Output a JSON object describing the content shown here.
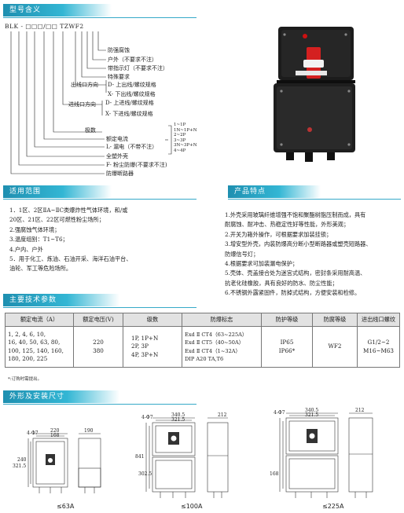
{
  "sections": {
    "model": "型号含义",
    "scope": "适用范围",
    "features": "产品特点",
    "tech": "主要技术参数",
    "dims": "外形及安装尺寸"
  },
  "model_code": "BLK - □□□/□□ TZWF2",
  "code_labels": {
    "f2": "防强腐蚀",
    "w": "户外（不要求不注）",
    "z": "带指示灯（不要求不注）",
    "t": "特殊要求",
    "out_dir": "出线口方向",
    "out_d": "D- 上出线/螺纹规格",
    "out_x": "X- 下出线/螺纹规格",
    "in_dir": "进线口方向",
    "in_d": "D- 上进线/螺纹规格",
    "in_x": "X- 下进线/螺纹规格",
    "poles": "极数",
    "current": "额定电流",
    "leak": "L- 漏电（不带不注）",
    "plastic": "全塑外壳",
    "dust": "F- 粉尘防爆(不要求不注)",
    "breaker": "防爆断路器"
  },
  "pole_options": [
    "1~1P",
    "1N~1P+N",
    "2~2P",
    "3~3P",
    "3N~3P+N",
    "4~4P"
  ],
  "scope_lines": [
    "1．1区、2区ⅡA~ⅡC类爆炸性气体环境，和/或",
    "20区、21区、22区可燃性粉尘场所；",
    "2.强腐蚀气体环境；",
    "3.温度组别：T1~T6；",
    "4.户内、户外",
    "5．用于化工、炼油、石油开采、海洋石油平台、",
    "油轮、军工等危险场所。"
  ],
  "feature_lines": [
    "1.外壳采用玻璃纤维增强不饱和聚酯树脂压制而成，具有",
    "耐腐蚀、耐冲击、热稳定性好等性能，外形美观；",
    "2.开关为箱外操作，可根据要求加装挂锁；",
    "3.增安型外壳，内装防爆高分断小型断路器或塑壳短路器、",
    "防爆信号灯；",
    "4.根据要求可加装漏电保护；",
    "5.壳体、壳盖接合处为迷宫式结构，密封条采用耐高温、",
    "抗老化硅橡胶，具有良好的防水、防尘性能；",
    "6.不锈钢外露紧固件，防掉式结构，方便安装和检修。"
  ],
  "table": {
    "headers": [
      "额定电流（A）",
      "额定电压(V)",
      "级数",
      "防爆标志",
      "防护等级",
      "防腐等级",
      "进出线口螺纹"
    ],
    "currents": [
      "1,   2,   4,   6,   10,",
      "16,  40,  50,  63,  80,",
      "100, 125, 140, 160,",
      "180, 200, 225"
    ],
    "voltages": [
      "220",
      "380"
    ],
    "poles": [
      "1P, 1P+N",
      "2P, 3P",
      "4P, 3P+N"
    ],
    "ex_marks": [
      "Exd Ⅱ CT4（63~225A）",
      "Exd Ⅱ CT5（40~50A）",
      "Exd Ⅱ CT4（1~32A）",
      "DIP A20 TA,T6"
    ],
    "ip": [
      "IP65",
      "IP66*"
    ],
    "wf": "WF2",
    "threads": [
      "G1/2~2",
      "M16~M63"
    ]
  },
  "note": "*:订购时需提出。",
  "drawings": [
    {
      "caption": "≤63A",
      "dims": [
        "4-Φ7",
        "220",
        "168",
        "190",
        "240",
        "321.5"
      ]
    },
    {
      "caption": "≤100A",
      "dims": [
        "4-Φ7",
        "340.5",
        "321.5",
        "212",
        "841",
        "302.5"
      ]
    },
    {
      "caption": "≤225A",
      "dims": [
        "4-Φ7",
        "340.5",
        "321.5",
        "212",
        "168"
      ]
    }
  ],
  "colors": {
    "accent": "#2aa3c6",
    "box": "#1b1b1b"
  }
}
